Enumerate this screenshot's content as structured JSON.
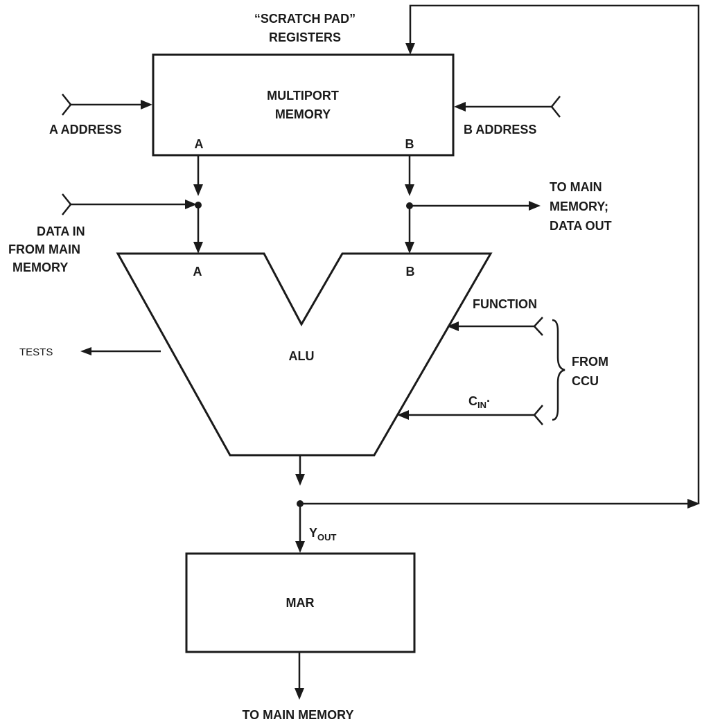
{
  "scratch_pad": {
    "line1": "“SCRATCH PAD”",
    "line2": "REGISTERS"
  },
  "multiport_memory": {
    "line1": "MULTIPORT",
    "line2": "MEMORY",
    "port_a": "A",
    "port_b": "B"
  },
  "a_address": "A ADDRESS",
  "b_address": "B ADDRESS",
  "data_in": {
    "line1": "DATA IN",
    "line2": "FROM MAIN",
    "line3": "MEMORY"
  },
  "to_main_memory_data_out": {
    "line1": "TO MAIN",
    "line2": "MEMORY;",
    "line3": "DATA OUT"
  },
  "alu": {
    "label": "ALU",
    "input_a": "A",
    "input_b": "B"
  },
  "function": "FUNCTION",
  "from_ccu": {
    "line1": "FROM",
    "line2": "CCU"
  },
  "carry_in": {
    "main": "C",
    "sub": "IN",
    "suffix": "·"
  },
  "tests": "TESTS",
  "y_out": {
    "main": "Y",
    "sub": "OUT"
  },
  "mar": "MAR",
  "to_main_memory": "TO MAIN MEMORY"
}
